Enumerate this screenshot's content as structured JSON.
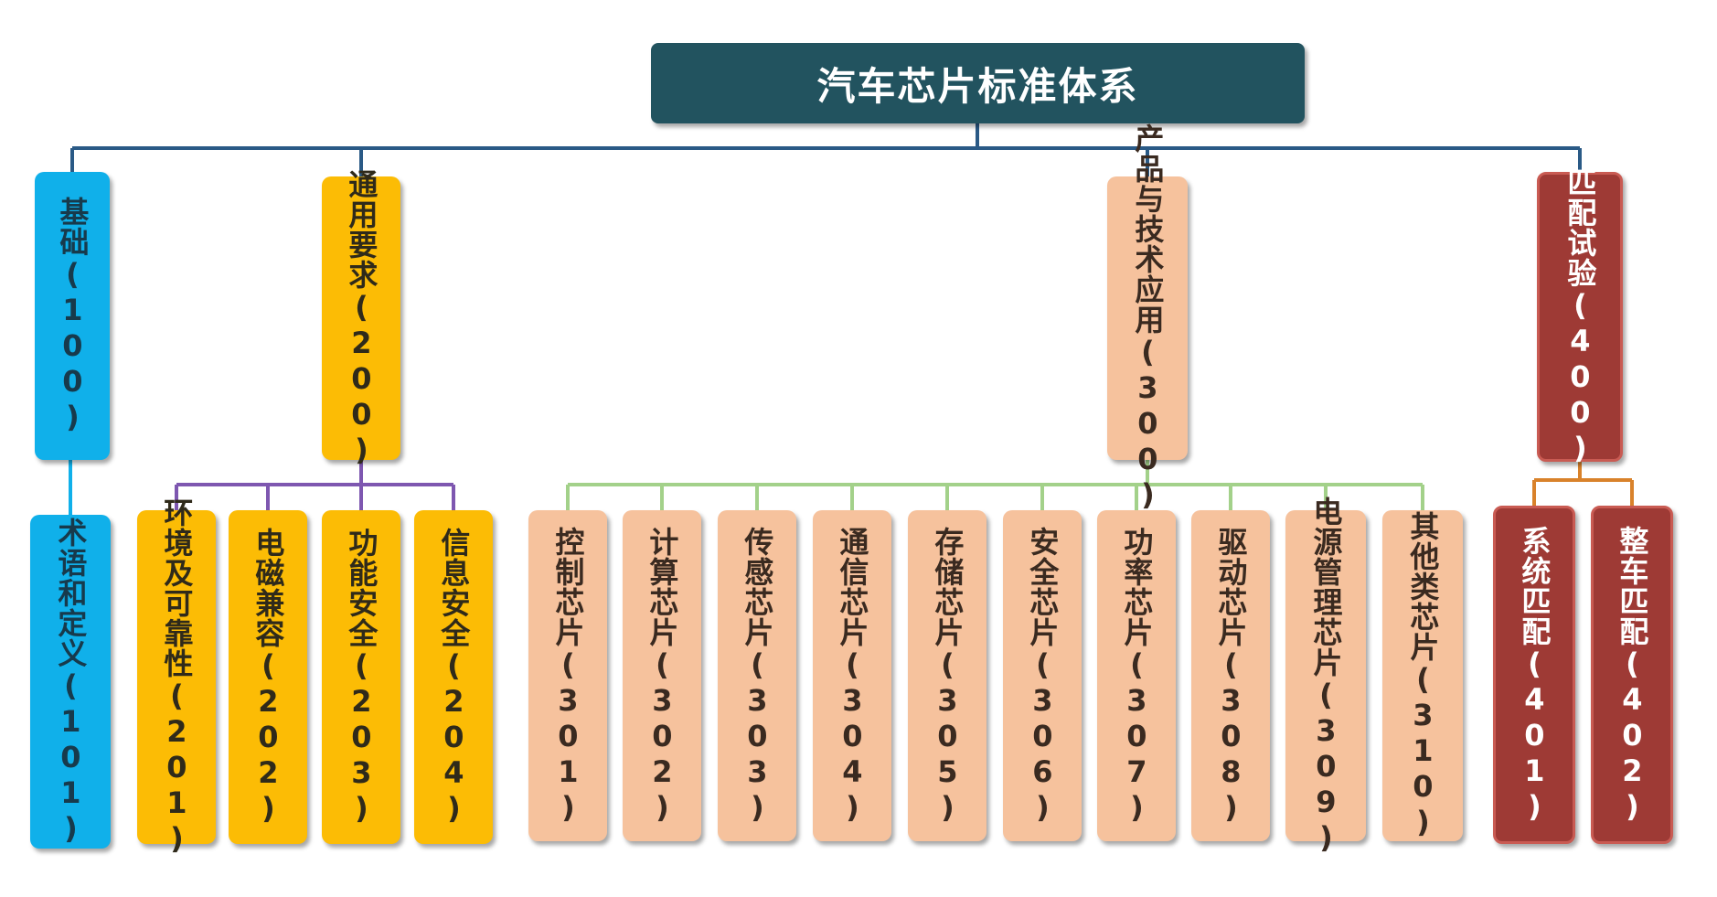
{
  "title": "汽车芯片标准体系",
  "categories": {
    "c100": "基础(100)",
    "c200": "通用要求(200)",
    "c300": "产品与技术应用(300)",
    "c400": "匹配试验(400)"
  },
  "items": {
    "i101": "术语和定义(101)",
    "i201": "环境及可靠性(201)",
    "i202": "电磁兼容(202)",
    "i203": "功能安全(203)",
    "i204": "信息安全(204)",
    "i301": "控制芯片(301)",
    "i302": "计算芯片(302)",
    "i303": "传感芯片(303)",
    "i304": "通信芯片(304)",
    "i305": "存储芯片(305)",
    "i306": "安全芯片(306)",
    "i307": "功率芯片(307)",
    "i308": "驱动芯片(308)",
    "i309": "电源管理芯片(309)",
    "i310": "其他类芯片(310)",
    "i401": "系统匹配(401)",
    "i402": "整车匹配(402)"
  },
  "colors": {
    "root": "#22535f",
    "c100": "#10b0ea",
    "c200": "#fcbc05",
    "c300": "#f6c29d",
    "c400": "#9e3a35",
    "line_root": "#2a5a86",
    "line_100": "#10b0ea",
    "line_200": "#7e57b0",
    "line_300": "#a3d18a",
    "line_400": "#d9822b"
  }
}
